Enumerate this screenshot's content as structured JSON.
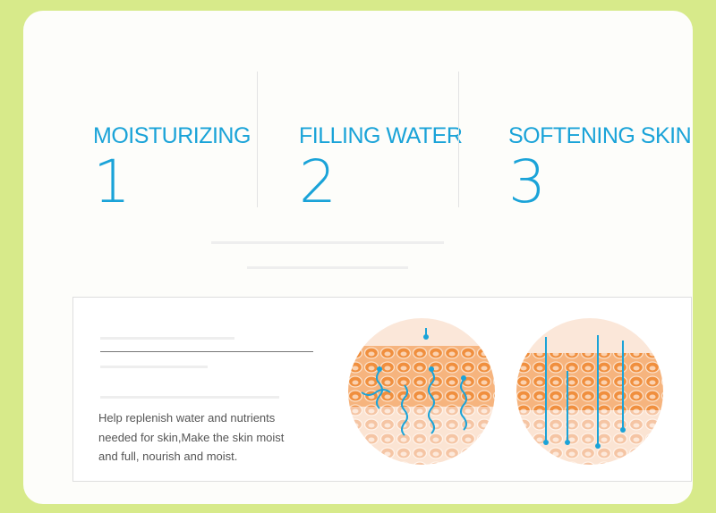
{
  "features": [
    {
      "title": "MOISTURIZING",
      "number": "1"
    },
    {
      "title": "FILLING WATER",
      "number": "2"
    },
    {
      "title": "SOFTENING SKIN",
      "number": "3"
    }
  ],
  "description": "Help replenish water and nutrients needed for skin,Make the skin moist and full, nourish and moist.",
  "colors": {
    "accent": "#1aa3d8",
    "frame": "#d7ea8a",
    "cell_orange": "#f2a466",
    "cell_light": "#f7d6bf"
  }
}
